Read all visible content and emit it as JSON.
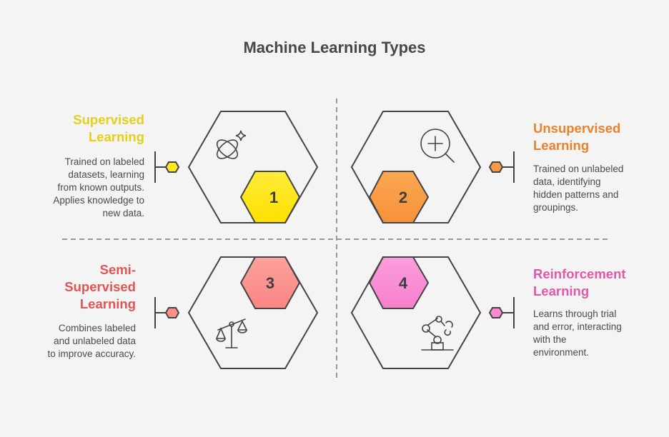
{
  "title": "Machine Learning Types",
  "items": [
    {
      "number": "1",
      "title_lines": [
        "Supervised",
        "Learning"
      ],
      "desc_lines": [
        "Trained on labeled",
        "datasets, learning",
        "from known outputs.",
        "Applies knowledge to",
        "new data."
      ],
      "color": "#e6cf1a",
      "fill": "#ffe81c",
      "icon": "orbit-sparkle-icon"
    },
    {
      "number": "2",
      "title_lines": [
        "Unsupervised",
        "Learning"
      ],
      "desc_lines": [
        "Trained on unlabeled",
        "data, identifying",
        "hidden patterns and",
        "groupings."
      ],
      "color": "#e8832c",
      "fill": "#f89a42",
      "icon": "zoom-in-icon"
    },
    {
      "number": "3",
      "title_lines": [
        "Semi-",
        "Supervised",
        "Learning"
      ],
      "desc_lines": [
        "Combines labeled",
        "and unlabeled data",
        "to improve accuracy."
      ],
      "color": "#e25454",
      "fill": "#fb8f8b",
      "icon": "balance-scale-icon"
    },
    {
      "number": "4",
      "title_lines": [
        "Reinforcement",
        "Learning"
      ],
      "desc_lines": [
        "Learns through trial",
        "and error, interacting",
        "with the",
        "environment."
      ],
      "color": "#e058a8",
      "fill": "#f98bd3",
      "icon": "robot-arm-icon"
    }
  ]
}
